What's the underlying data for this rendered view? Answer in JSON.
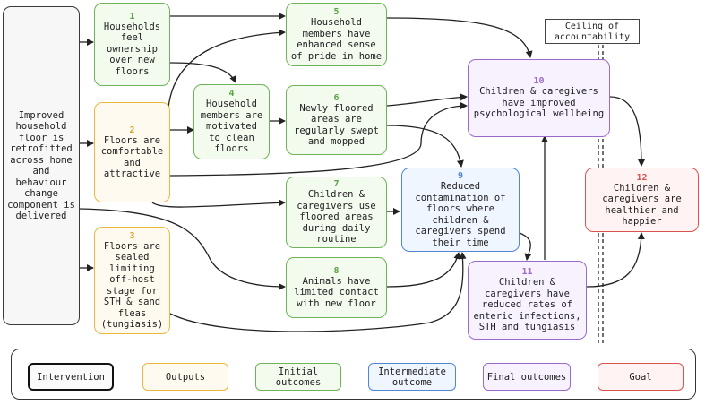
{
  "nodes": {
    "intervention": {
      "text": "Improved household floor is retrofitted across home and behaviour change component is delivered"
    },
    "n1": {
      "num": "1",
      "text": "Households feel ownership over new floors"
    },
    "n2": {
      "num": "2",
      "text": "Floors are comfortable and attractive"
    },
    "n3": {
      "num": "3",
      "text": "Floors are sealed limiting off-host stage for STH & sand fleas (tungiasis)"
    },
    "n4": {
      "num": "4",
      "text": "Household members are motivated to clean floors"
    },
    "n5": {
      "num": "5",
      "text": "Household members have enhanced sense of pride in home"
    },
    "n6": {
      "num": "6",
      "text": "Newly floored areas are regularly swept and mopped"
    },
    "n7": {
      "num": "7",
      "text": "Children & caregivers use floored areas during daily routine"
    },
    "n8": {
      "num": "8",
      "text": "Animals have limited contact with new floor"
    },
    "n9": {
      "num": "9",
      "text": "Reduced contamination of floors where children & caregivers spend their time"
    },
    "n10": {
      "num": "10",
      "text": "Children & caregivers have improved psychological wellbeing"
    },
    "n11": {
      "num": "11",
      "text": "Children & caregivers have reduced rates of enteric infections, STH and tungiasis"
    },
    "n12": {
      "num": "12",
      "text": "Children & caregivers are healthier and happier"
    }
  },
  "ceiling_label": "Ceiling of accountability",
  "legend": {
    "intervention": "Intervention",
    "outputs": "Outputs",
    "initial": "Initial outcomes",
    "intermediate": "Intermediate outcome",
    "final": "Final outcomes",
    "goal": "Goal"
  },
  "colors": {
    "intervention": "#3a3a3a",
    "outputs": "#e8b93a",
    "initial": "#6db35a",
    "intermediate": "#4f86d6",
    "final": "#9a6bc9",
    "goal": "#d9534f"
  }
}
